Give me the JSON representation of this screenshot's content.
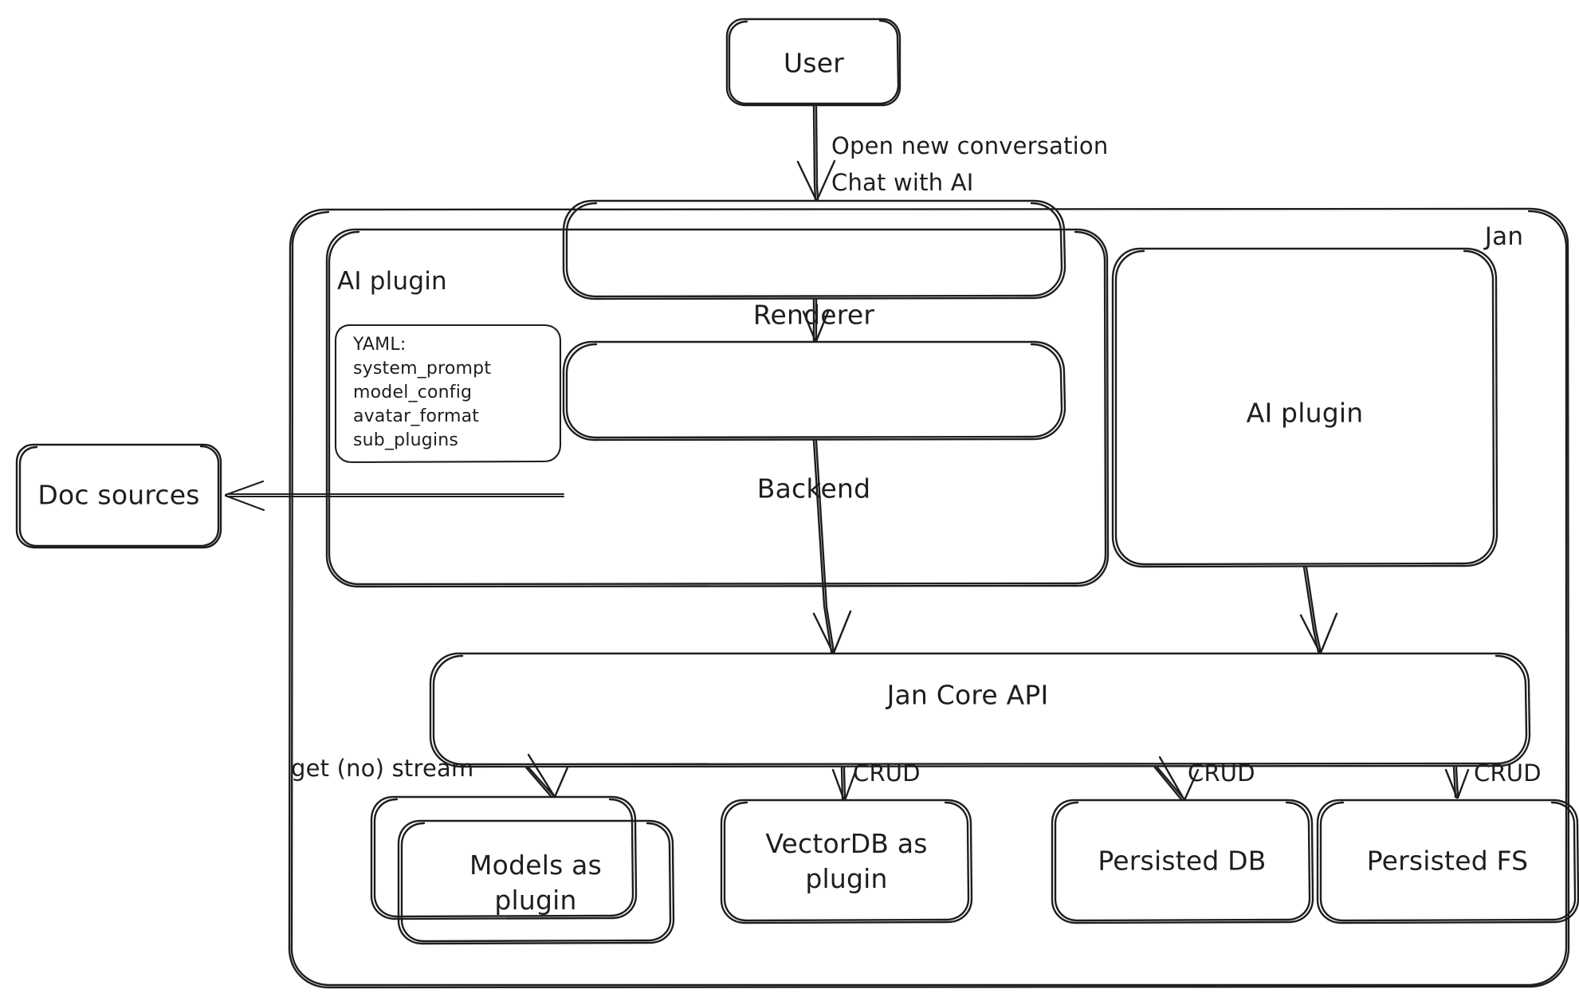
{
  "diagram": {
    "title": "Jan architecture",
    "style": "hand-drawn",
    "stroke_color": "#1e1e1e",
    "background_color": "#ffffff"
  },
  "groups": [
    {
      "id": "jan",
      "label": "Jan",
      "label_pos": "top-right"
    },
    {
      "id": "ai-plugin-group",
      "label": "AI plugin",
      "label_pos": "top-left"
    }
  ],
  "nodes": {
    "user": {
      "label": "User"
    },
    "renderer": {
      "label": "Renderer"
    },
    "backend": {
      "label": "Backend"
    },
    "yaml": {
      "title": "YAML:",
      "items": [
        "system_prompt",
        "model_config",
        "avatar_format",
        "sub_plugins"
      ]
    },
    "doc_sources": {
      "label": "Doc sources"
    },
    "ai_plugin": {
      "label": "AI plugin"
    },
    "jan_core_api": {
      "label": "Jan Core API"
    },
    "models": {
      "label": "Models as\nplugin"
    },
    "vectordb": {
      "label": "VectorDB as\nplugin"
    },
    "persisted_db": {
      "label": "Persisted DB"
    },
    "persisted_fs": {
      "label": "Persisted FS"
    }
  },
  "edges": [
    {
      "from": "user",
      "to": "renderer",
      "label": "Open new conversation\nChat with AI"
    },
    {
      "from": "renderer",
      "to": "backend",
      "label": ""
    },
    {
      "from": "backend",
      "to": "doc_sources",
      "label": ""
    },
    {
      "from": "backend",
      "to": "jan_core_api",
      "label": ""
    },
    {
      "from": "ai_plugin",
      "to": "jan_core_api",
      "label": ""
    },
    {
      "from": "jan_core_api",
      "to": "models",
      "label": "get (no) stream"
    },
    {
      "from": "jan_core_api",
      "to": "vectordb",
      "label": "CRUD"
    },
    {
      "from": "jan_core_api",
      "to": "persisted_db",
      "label": "CRUD"
    },
    {
      "from": "jan_core_api",
      "to": "persisted_fs",
      "label": "CRUD"
    }
  ]
}
